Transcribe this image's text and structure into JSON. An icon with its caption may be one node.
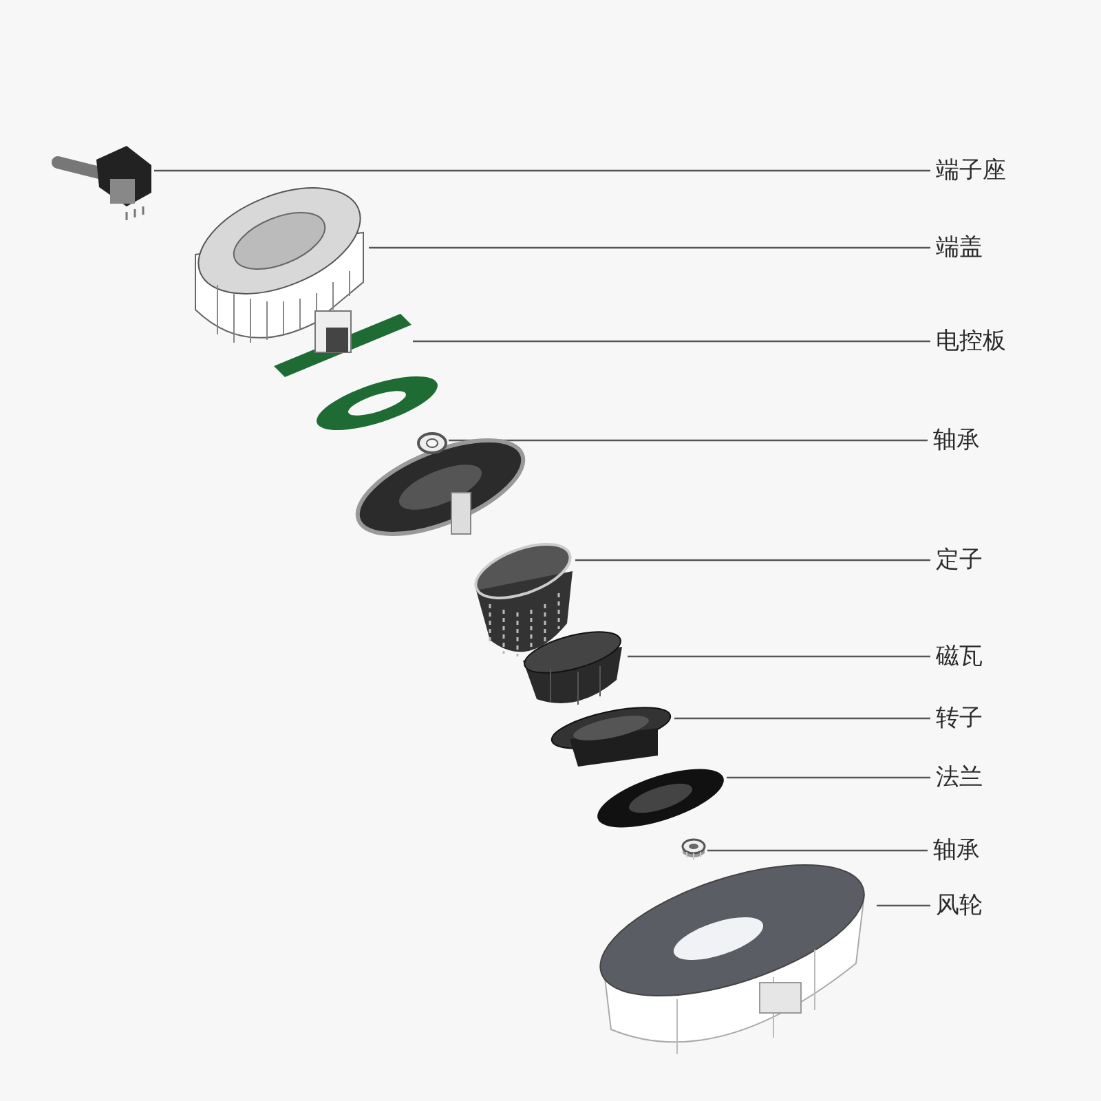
{
  "diagram": {
    "nodes": [
      {
        "text": [
          "端子座"
        ]
      },
      {
        "text": [
          "端盖"
        ]
      },
      {
        "text": [
          "电控板"
        ]
      },
      {
        "text": [
          "轴承"
        ]
      },
      {
        "text": [
          "定子"
        ]
      },
      {
        "text": [
          "磁瓦"
        ]
      },
      {
        "text": [
          "转子"
        ]
      },
      {
        "text": [
          "法兰"
        ]
      },
      {
        "text": [
          "轴承"
        ]
      },
      {
        "text": [
          "风轮"
        ]
      },
      {
        "text": [],
        "shape": "picture"
      },
      {
        "text": [],
        "shape": "picture"
      },
      {
        "text": [],
        "shape": "picture"
      },
      {
        "text": [],
        "shape": "picture"
      },
      {
        "text": [],
        "shape": "picture"
      },
      {
        "text": [],
        "shape": "picture"
      },
      {
        "text": [],
        "shape": "picture"
      },
      {
        "text": [],
        "shape": "picture"
      },
      {
        "text": [],
        "shape": "picture"
      },
      {
        "text": [],
        "shape": "picture"
      }
    ],
    "edges": [
      {
        "from": 0,
        "to": 10,
        "arrow": "none"
      },
      {
        "from": 1,
        "to": 11,
        "arrow": "none"
      },
      {
        "from": 2,
        "to": 12,
        "arrow": "none"
      },
      {
        "from": 3,
        "to": 13,
        "arrow": "none"
      },
      {
        "from": 4,
        "to": 14,
        "arrow": "none"
      },
      {
        "from": 5,
        "to": 15,
        "arrow": "none"
      },
      {
        "from": 6,
        "to": 16,
        "arrow": "none"
      },
      {
        "from": 7,
        "to": 17,
        "arrow": "none"
      },
      {
        "from": 8,
        "to": 18,
        "arrow": "none"
      },
      {
        "from": 9,
        "to": 19,
        "arrow": "none"
      }
    ]
  }
}
